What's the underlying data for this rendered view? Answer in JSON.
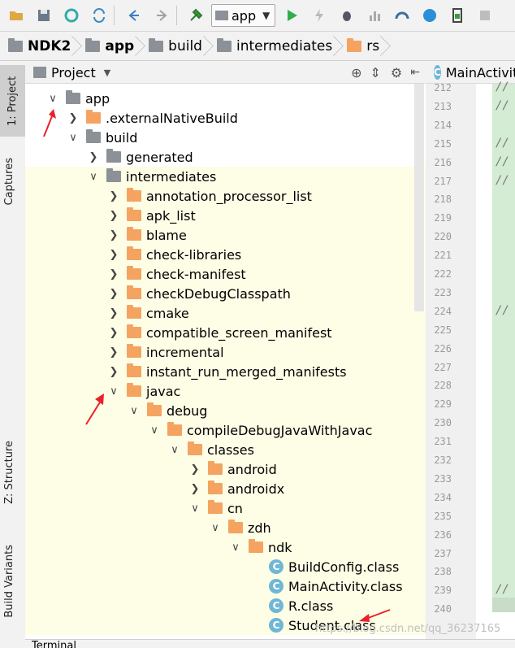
{
  "toolbar": {
    "run_config": "app",
    "icons": [
      "open-icon",
      "save-icon",
      "sync-icon",
      "refresh-icon",
      "back-icon",
      "forward-icon",
      "build-hammer-icon",
      "run-icon",
      "apply-changes-icon",
      "debug-icon",
      "profile-icon",
      "attach-debugger-icon",
      "app-inspect-icon",
      "device-icon",
      "stop-icon"
    ]
  },
  "breadcrumb": [
    "NDK2",
    "app",
    "build",
    "intermediates",
    "rs"
  ],
  "left_strip": {
    "project_tab": "1: Project",
    "captures_tab": "Captures",
    "structure_tab": "Z: Structure",
    "build_variants_tab": "Build Variants"
  },
  "panel": {
    "title": "Project"
  },
  "tree": [
    {
      "label": "app",
      "arrow": "down",
      "icon": "module"
    },
    {
      "label": ".externalNativeBuild",
      "arrow": "right",
      "icon": "folder"
    },
    {
      "label": "build",
      "arrow": "down",
      "icon": "folder-gray"
    },
    {
      "label": "generated",
      "arrow": "right",
      "icon": "folder-gray"
    },
    {
      "label": "intermediates",
      "arrow": "down",
      "icon": "folder-gray"
    },
    {
      "label": "annotation_processor_list",
      "arrow": "right",
      "icon": "folder"
    },
    {
      "label": "apk_list",
      "arrow": "right",
      "icon": "folder"
    },
    {
      "label": "blame",
      "arrow": "right",
      "icon": "folder"
    },
    {
      "label": "check-libraries",
      "arrow": "right",
      "icon": "folder"
    },
    {
      "label": "check-manifest",
      "arrow": "right",
      "icon": "folder"
    },
    {
      "label": "checkDebugClasspath",
      "arrow": "right",
      "icon": "folder"
    },
    {
      "label": "cmake",
      "arrow": "right",
      "icon": "folder"
    },
    {
      "label": "compatible_screen_manifest",
      "arrow": "right",
      "icon": "folder"
    },
    {
      "label": "incremental",
      "arrow": "right",
      "icon": "folder"
    },
    {
      "label": "instant_run_merged_manifests",
      "arrow": "right",
      "icon": "folder"
    },
    {
      "label": "javac",
      "arrow": "down",
      "icon": "folder"
    },
    {
      "label": "debug",
      "arrow": "down",
      "icon": "folder"
    },
    {
      "label": "compileDebugJavaWithJavac",
      "arrow": "down",
      "icon": "folder"
    },
    {
      "label": "classes",
      "arrow": "down",
      "icon": "folder"
    },
    {
      "label": "android",
      "arrow": "right",
      "icon": "folder"
    },
    {
      "label": "androidx",
      "arrow": "right",
      "icon": "folder"
    },
    {
      "label": "cn",
      "arrow": "down",
      "icon": "folder"
    },
    {
      "label": "zdh",
      "arrow": "down",
      "icon": "folder"
    },
    {
      "label": "ndk",
      "arrow": "down",
      "icon": "folder"
    },
    {
      "label": "BuildConfig.class",
      "arrow": "none",
      "icon": "class"
    },
    {
      "label": "MainActivity.class",
      "arrow": "none",
      "icon": "class"
    },
    {
      "label": "R.class",
      "arrow": "none",
      "icon": "class"
    },
    {
      "label": "Student.class",
      "arrow": "none",
      "icon": "class"
    }
  ],
  "editor": {
    "tab_label": "MainActivit",
    "line_numbers": [
      "212",
      "213",
      "214",
      "215",
      "216",
      "217",
      "218",
      "219",
      "220",
      "221",
      "222",
      "223",
      "224",
      "225",
      "226",
      "227",
      "228",
      "229",
      "230",
      "231",
      "232",
      "233",
      "234",
      "235",
      "236",
      "237",
      "238",
      "239",
      "240"
    ],
    "comment_marker": "//"
  },
  "bottom": {
    "terminal_label": "Terminal"
  },
  "watermark": "https://blog.csdn.net/qq_36237165",
  "colors": {
    "folder": "#f4a460",
    "highlight": "#fefde6",
    "annotation": "#e8212b",
    "run": "#2fae4b"
  }
}
